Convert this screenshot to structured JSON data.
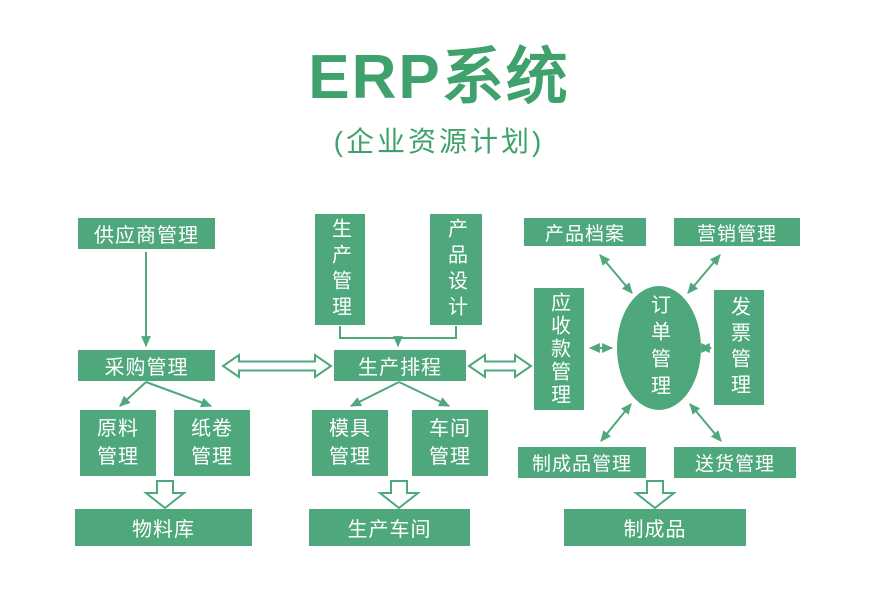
{
  "title": "ERP系统",
  "subtitle": "(企业资源计划)",
  "colors": {
    "primary": "#4FA87C",
    "title": "#3FA26C"
  },
  "nodes": {
    "supplier": "供应商管理",
    "purchasing": "采购管理",
    "raw_material": "原料\n管理",
    "paper_roll": "纸卷\n管理",
    "material_warehouse": "物料库",
    "production": "生产管理",
    "product_design": "产品设计",
    "scheduling": "生产排程",
    "mold": "模具\n管理",
    "workshop": "车间\n管理",
    "production_workshop": "生产车间",
    "product_archive": "产品档案",
    "marketing": "营销管理",
    "receivables": "应收款管理",
    "order": "订单管理",
    "invoice": "发票管理",
    "finished_mgmt": "制成品管理",
    "delivery": "送货管理",
    "finished": "制成品"
  }
}
